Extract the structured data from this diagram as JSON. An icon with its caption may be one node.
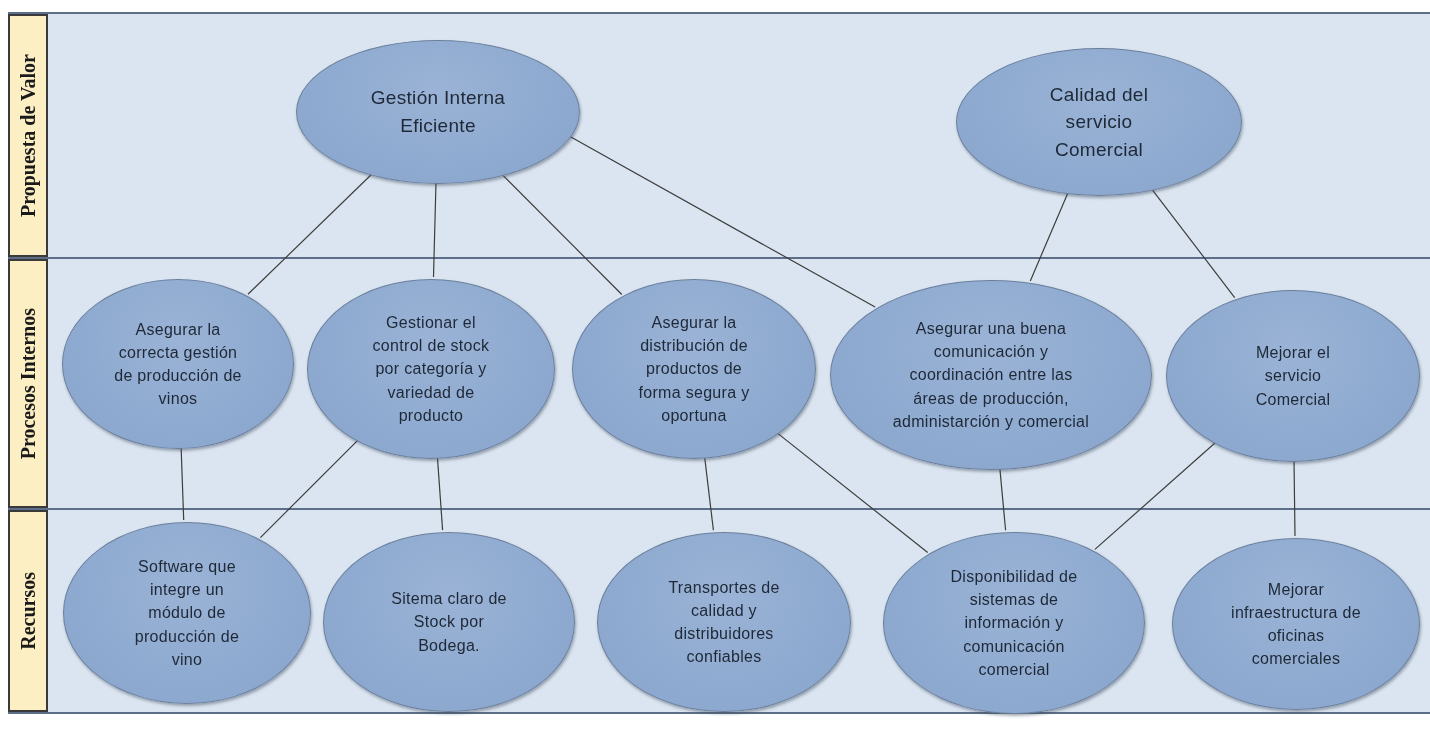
{
  "diagram": {
    "nodes": [
      {
        "text": [
          "Propuesta de Valor"
        ]
      },
      {
        "text": [
          "Procesos Internos"
        ]
      },
      {
        "text": [
          "Recursos"
        ]
      },
      {
        "text": [
          "Gestión Interna Eficiente"
        ],
        "in": 0
      },
      {
        "text": [
          "Calidad del servicio Comercial"
        ],
        "in": 0
      },
      {
        "text": [
          "Asegurar la correcta gestión de producción de vinos"
        ],
        "in": 1
      },
      {
        "text": [
          "Gestionar el control de stock por categoría y variedad de producto"
        ],
        "in": 1
      },
      {
        "text": [
          "Asegurar la distribución de productos de forma segura y oportuna"
        ],
        "in": 1
      },
      {
        "text": [
          "Asegurar una buena comunicación y coordinación entre las áreas de producción, administarción y comercial"
        ],
        "in": 1
      },
      {
        "text": [
          "Mejorar el servicio Comercial"
        ],
        "in": 1
      },
      {
        "text": [
          "Software que integre un módulo de producción de vino"
        ],
        "in": 2
      },
      {
        "text": [
          "Sitema claro de Stock por Bodega."
        ],
        "in": 2
      },
      {
        "text": [
          "Transportes de calidad y distribuidores confiables"
        ],
        "in": 2
      },
      {
        "text": [
          "Disponibilidad de sistemas de información y comunicación comercial"
        ],
        "in": 2
      },
      {
        "text": [
          "Mejorar infraestructura de oficinas comerciales"
        ],
        "in": 2
      }
    ],
    "edges": [
      {
        "from": 3,
        "to": 5,
        "arrow": "none"
      },
      {
        "from": 3,
        "to": 6,
        "arrow": "none"
      },
      {
        "from": 3,
        "to": 7,
        "arrow": "none"
      },
      {
        "from": 3,
        "to": 8,
        "arrow": "none"
      },
      {
        "from": 4,
        "to": 8,
        "arrow": "none"
      },
      {
        "from": 4,
        "to": 9,
        "arrow": "none"
      },
      {
        "from": 5,
        "to": 10,
        "arrow": "none"
      },
      {
        "from": 6,
        "to": 10,
        "arrow": "none"
      },
      {
        "from": 6,
        "to": 11,
        "arrow": "none"
      },
      {
        "from": 7,
        "to": 12,
        "arrow": "none"
      },
      {
        "from": 7,
        "to": 13,
        "arrow": "none"
      },
      {
        "from": 8,
        "to": 13,
        "arrow": "none"
      },
      {
        "from": 9,
        "to": 13,
        "arrow": "none"
      },
      {
        "from": 9,
        "to": 14,
        "arrow": "none"
      }
    ]
  }
}
